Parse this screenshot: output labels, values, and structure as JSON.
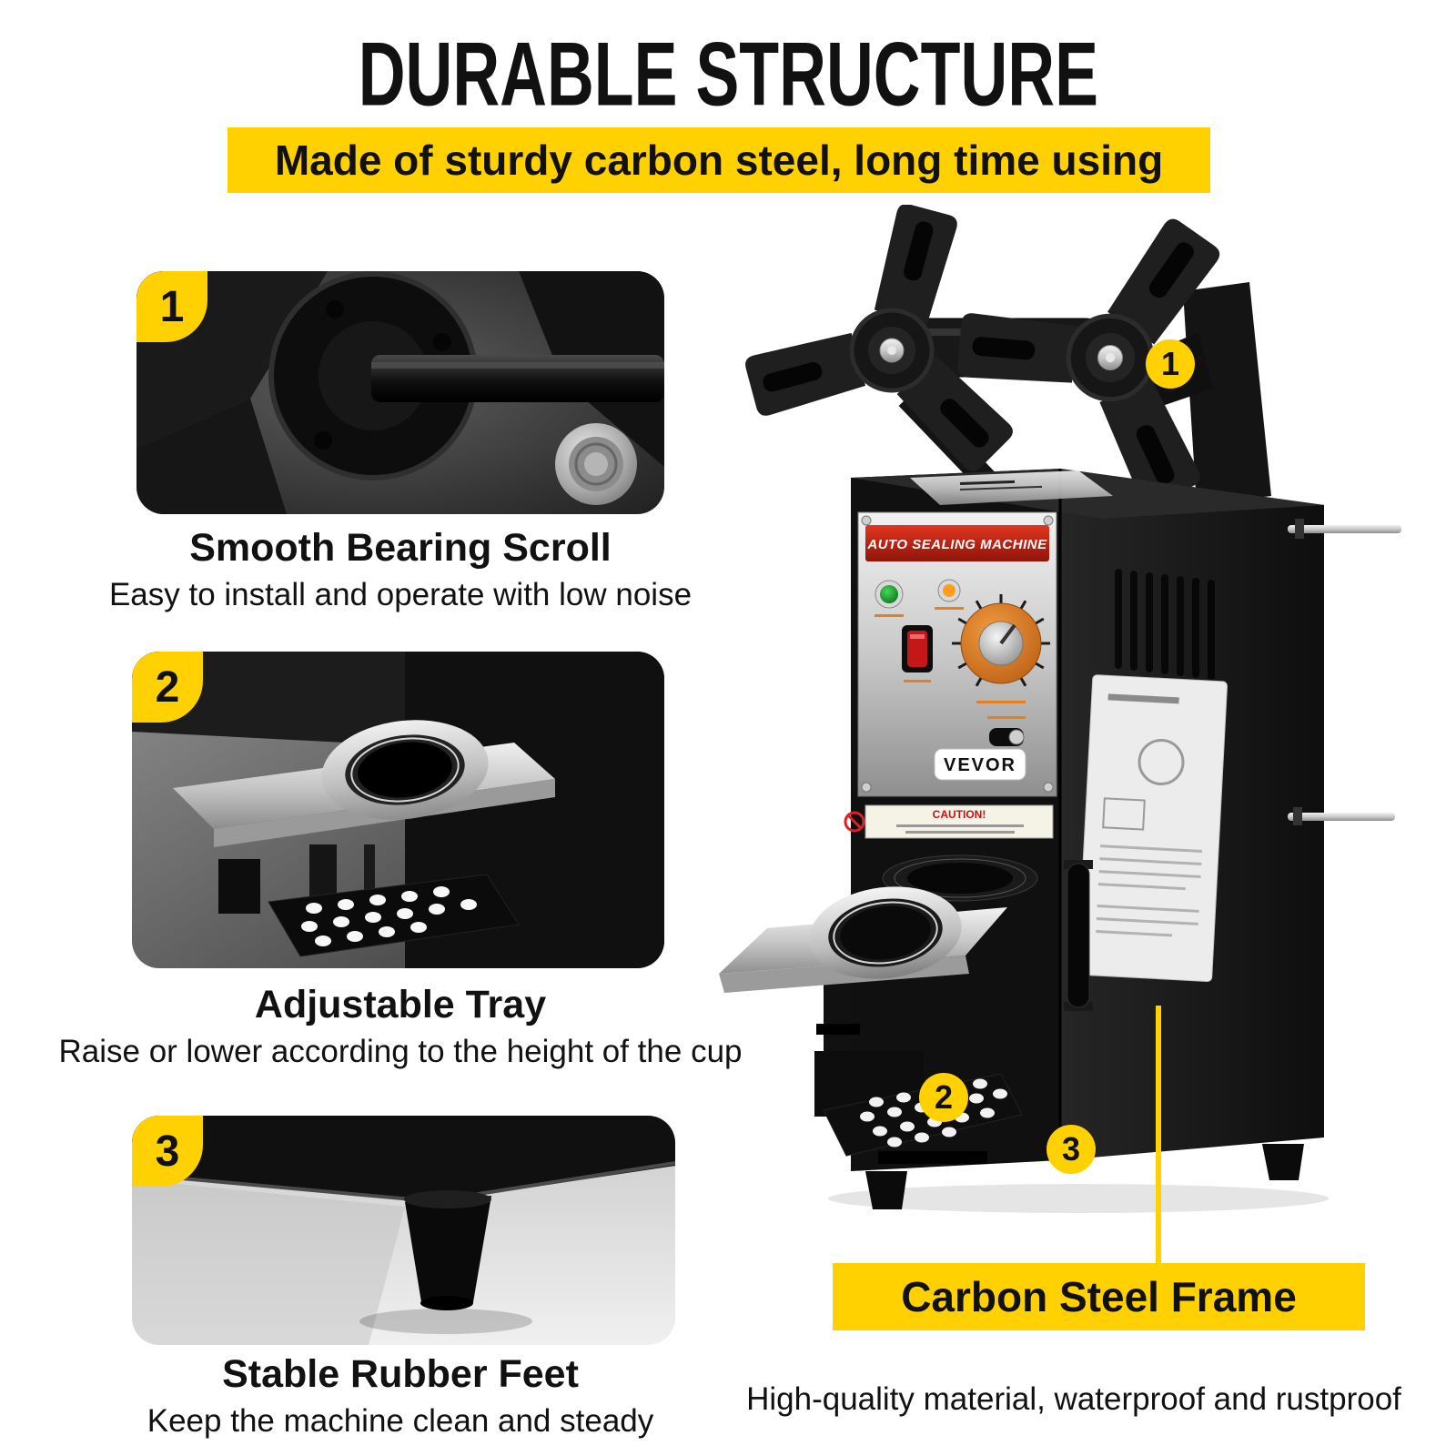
{
  "header": {
    "title": "DURABLE STRUCTURE",
    "banner": "Made of sturdy carbon steel, long time using"
  },
  "features": [
    {
      "number": "1",
      "title": "Smooth Bearing Scroll",
      "desc": "Easy to install and operate with low noise"
    },
    {
      "number": "2",
      "title": "Adjustable Tray",
      "desc": "Raise or lower according to the height of the cup"
    },
    {
      "number": "3",
      "title": "Stable Rubber Feet",
      "desc": "Keep the machine clean and steady"
    }
  ],
  "machine": {
    "panel_title": "AUTO SEALING MACHINE",
    "brand": "VEVOR",
    "caution_label": "CAUTION!",
    "badge_1": "1",
    "badge_2": "2",
    "badge_3": "3"
  },
  "callout": {
    "title": "Carbon Steel Frame",
    "desc": "High-quality material, waterproof and rustproof"
  },
  "colors": {
    "accent_yellow": "#FFD100",
    "ink": "#111111",
    "panel_red": "#c22010",
    "knob_orange": "#e8862a"
  }
}
